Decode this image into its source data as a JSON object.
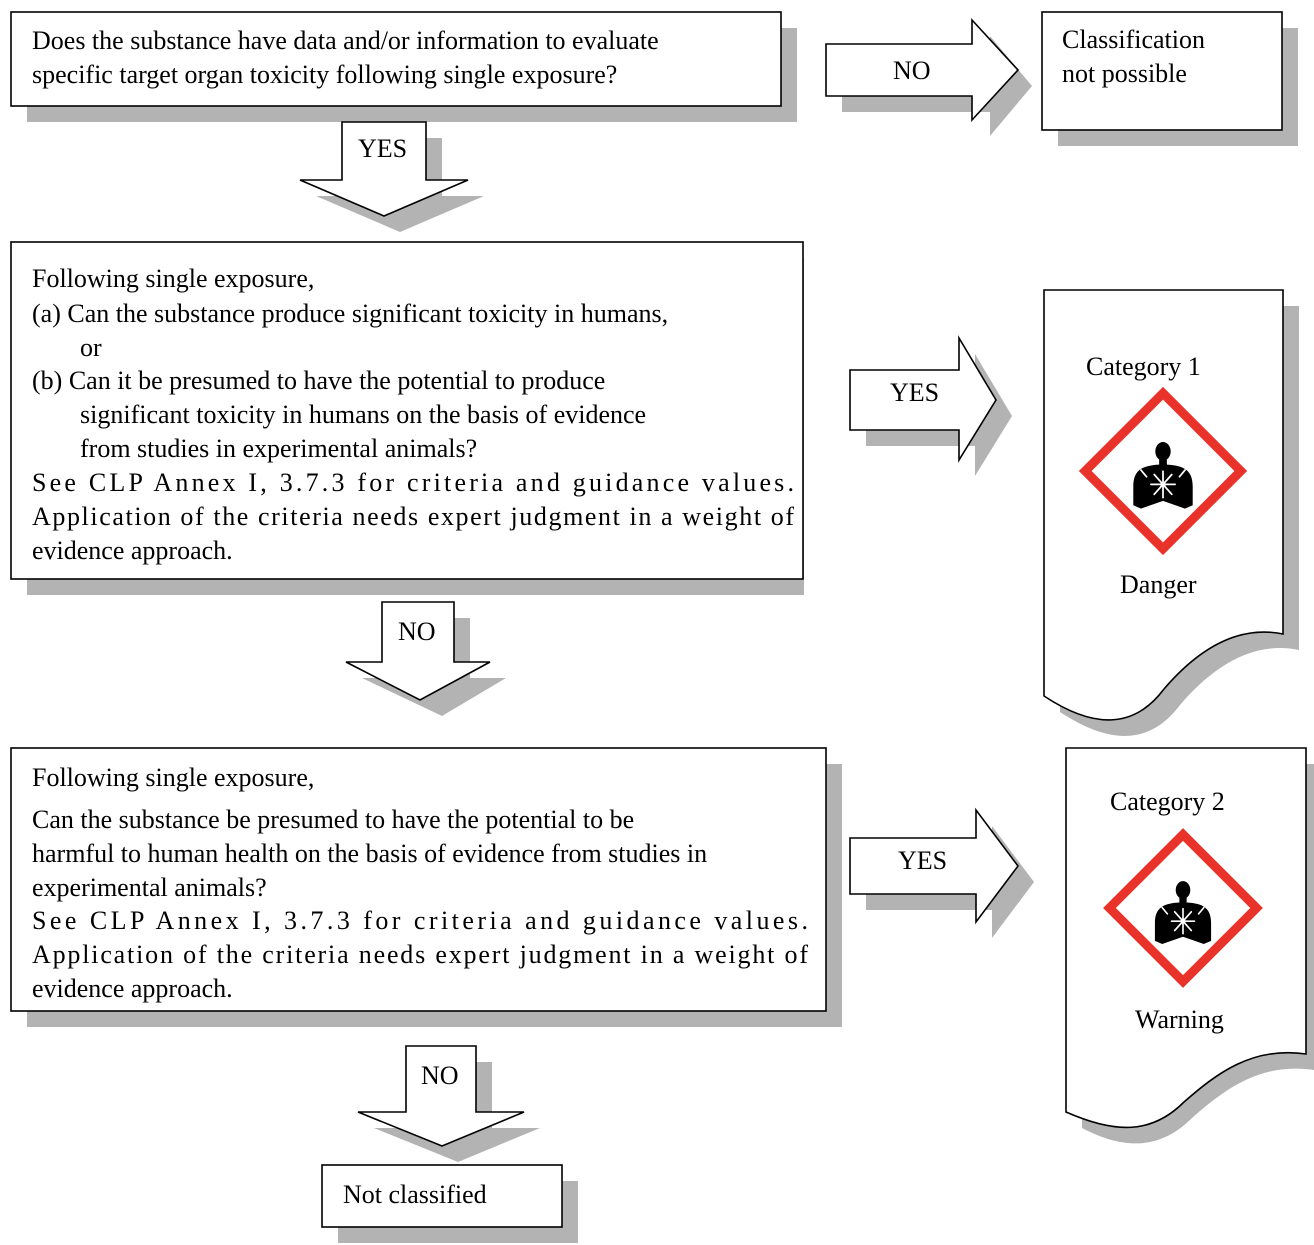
{
  "boxes": {
    "question1": [
      "Does the substance have data and/or information to evaluate",
      "specific target organ toxicity following single exposure?"
    ],
    "not_possible": [
      "Classification",
      "not possible"
    ],
    "question2": [
      "Following single exposure,",
      "(a) Can the substance produce significant toxicity in humans,",
      "or",
      "(b) Can it be presumed to have the potential to produce",
      "significant toxicity in humans on the basis of evidence",
      "from studies in experimental animals?",
      "See CLP Annex I, 3.7.3 for criteria and guidance values.",
      "Application of the criteria needs expert judgment in a weight of",
      "evidence approach."
    ],
    "question3": [
      "Following single exposure,",
      "Can the substance be presumed to have the potential to be",
      "harmful to human health on the basis of evidence from studies in",
      "experimental animals?",
      "See CLP Annex I, 3.7.3 for criteria and guidance values.",
      "Application of the criteria needs expert judgment in a weight of",
      "evidence approach."
    ],
    "not_classified": "Not classified"
  },
  "arrows": {
    "q1_no": "NO",
    "q1_yes": "YES",
    "q2_yes": "YES",
    "q2_no": "NO",
    "q3_yes": "YES",
    "q3_no": "NO"
  },
  "categories": {
    "cat1": {
      "title": "Category 1",
      "signal": "Danger",
      "pictogram": "health-hazard-icon"
    },
    "cat2": {
      "title": "Category 2",
      "signal": "Warning",
      "pictogram": "health-hazard-icon"
    }
  },
  "colors": {
    "pictogram_border": "#e8322a",
    "shadow": "#b3b3b3"
  }
}
